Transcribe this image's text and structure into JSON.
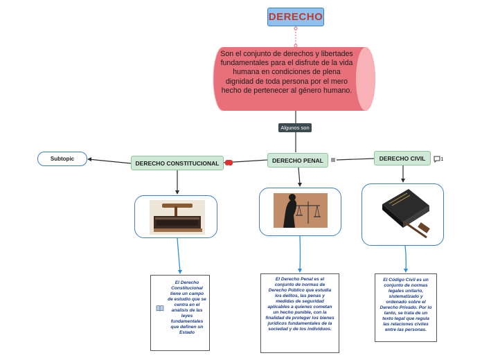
{
  "root": {
    "title": "DERECHO"
  },
  "definition": "Son el conjunto de derechos y libertades fundamentales para el disfrute de la vida humana en condiciones de plena dignidad de toda persona por el mero hecho de pertenecer al género humano.",
  "connector_label": "Algunos son",
  "subtopic": "Subtopic",
  "branches": [
    {
      "title": "DERECHO CONSTITUCIONAL",
      "image_icon": "constitutional-law-book-gavel-image",
      "note": "El Derecho Constitucional tiene un campo de estudio que se centra en el análisis de las leyes fundamentales que definen un Estado",
      "note_icon": "book-icon"
    },
    {
      "title": "DERECHO PENAL",
      "image_icon": "justice-statue-scales-image",
      "note": "El Derecho Penal es el conjunto de normas de Derecho Público que estudia los delitos, las penas y medidas de seguridad aplicables a quienes cometan un hecho punible, con la finalidad de proteger los bienes jurídicos fundamentales de la sociedad y de los individuos.",
      "badge_icon": "notes-icon"
    },
    {
      "title": "DERECHO CIVIL",
      "image_icon": "civil-code-book-gavel-image",
      "note": "El Código Civil es un conjunto de normas legales unitario, sistematizado y ordenado sobre el Derecho Privado. Por lo tanto, se trata de un texto legal que regula las relaciones civiles entre las personas.",
      "badge_icon": "comment-icon",
      "comment_count": "1"
    }
  ],
  "colors": {
    "root_fill": "#8ec1ee",
    "root_text": "#c0392b",
    "cylinder": "#e8707a",
    "topic_fill": "#cfe9d6",
    "link_blue": "#2f8fd6",
    "note_text": "#1a3a8a"
  }
}
